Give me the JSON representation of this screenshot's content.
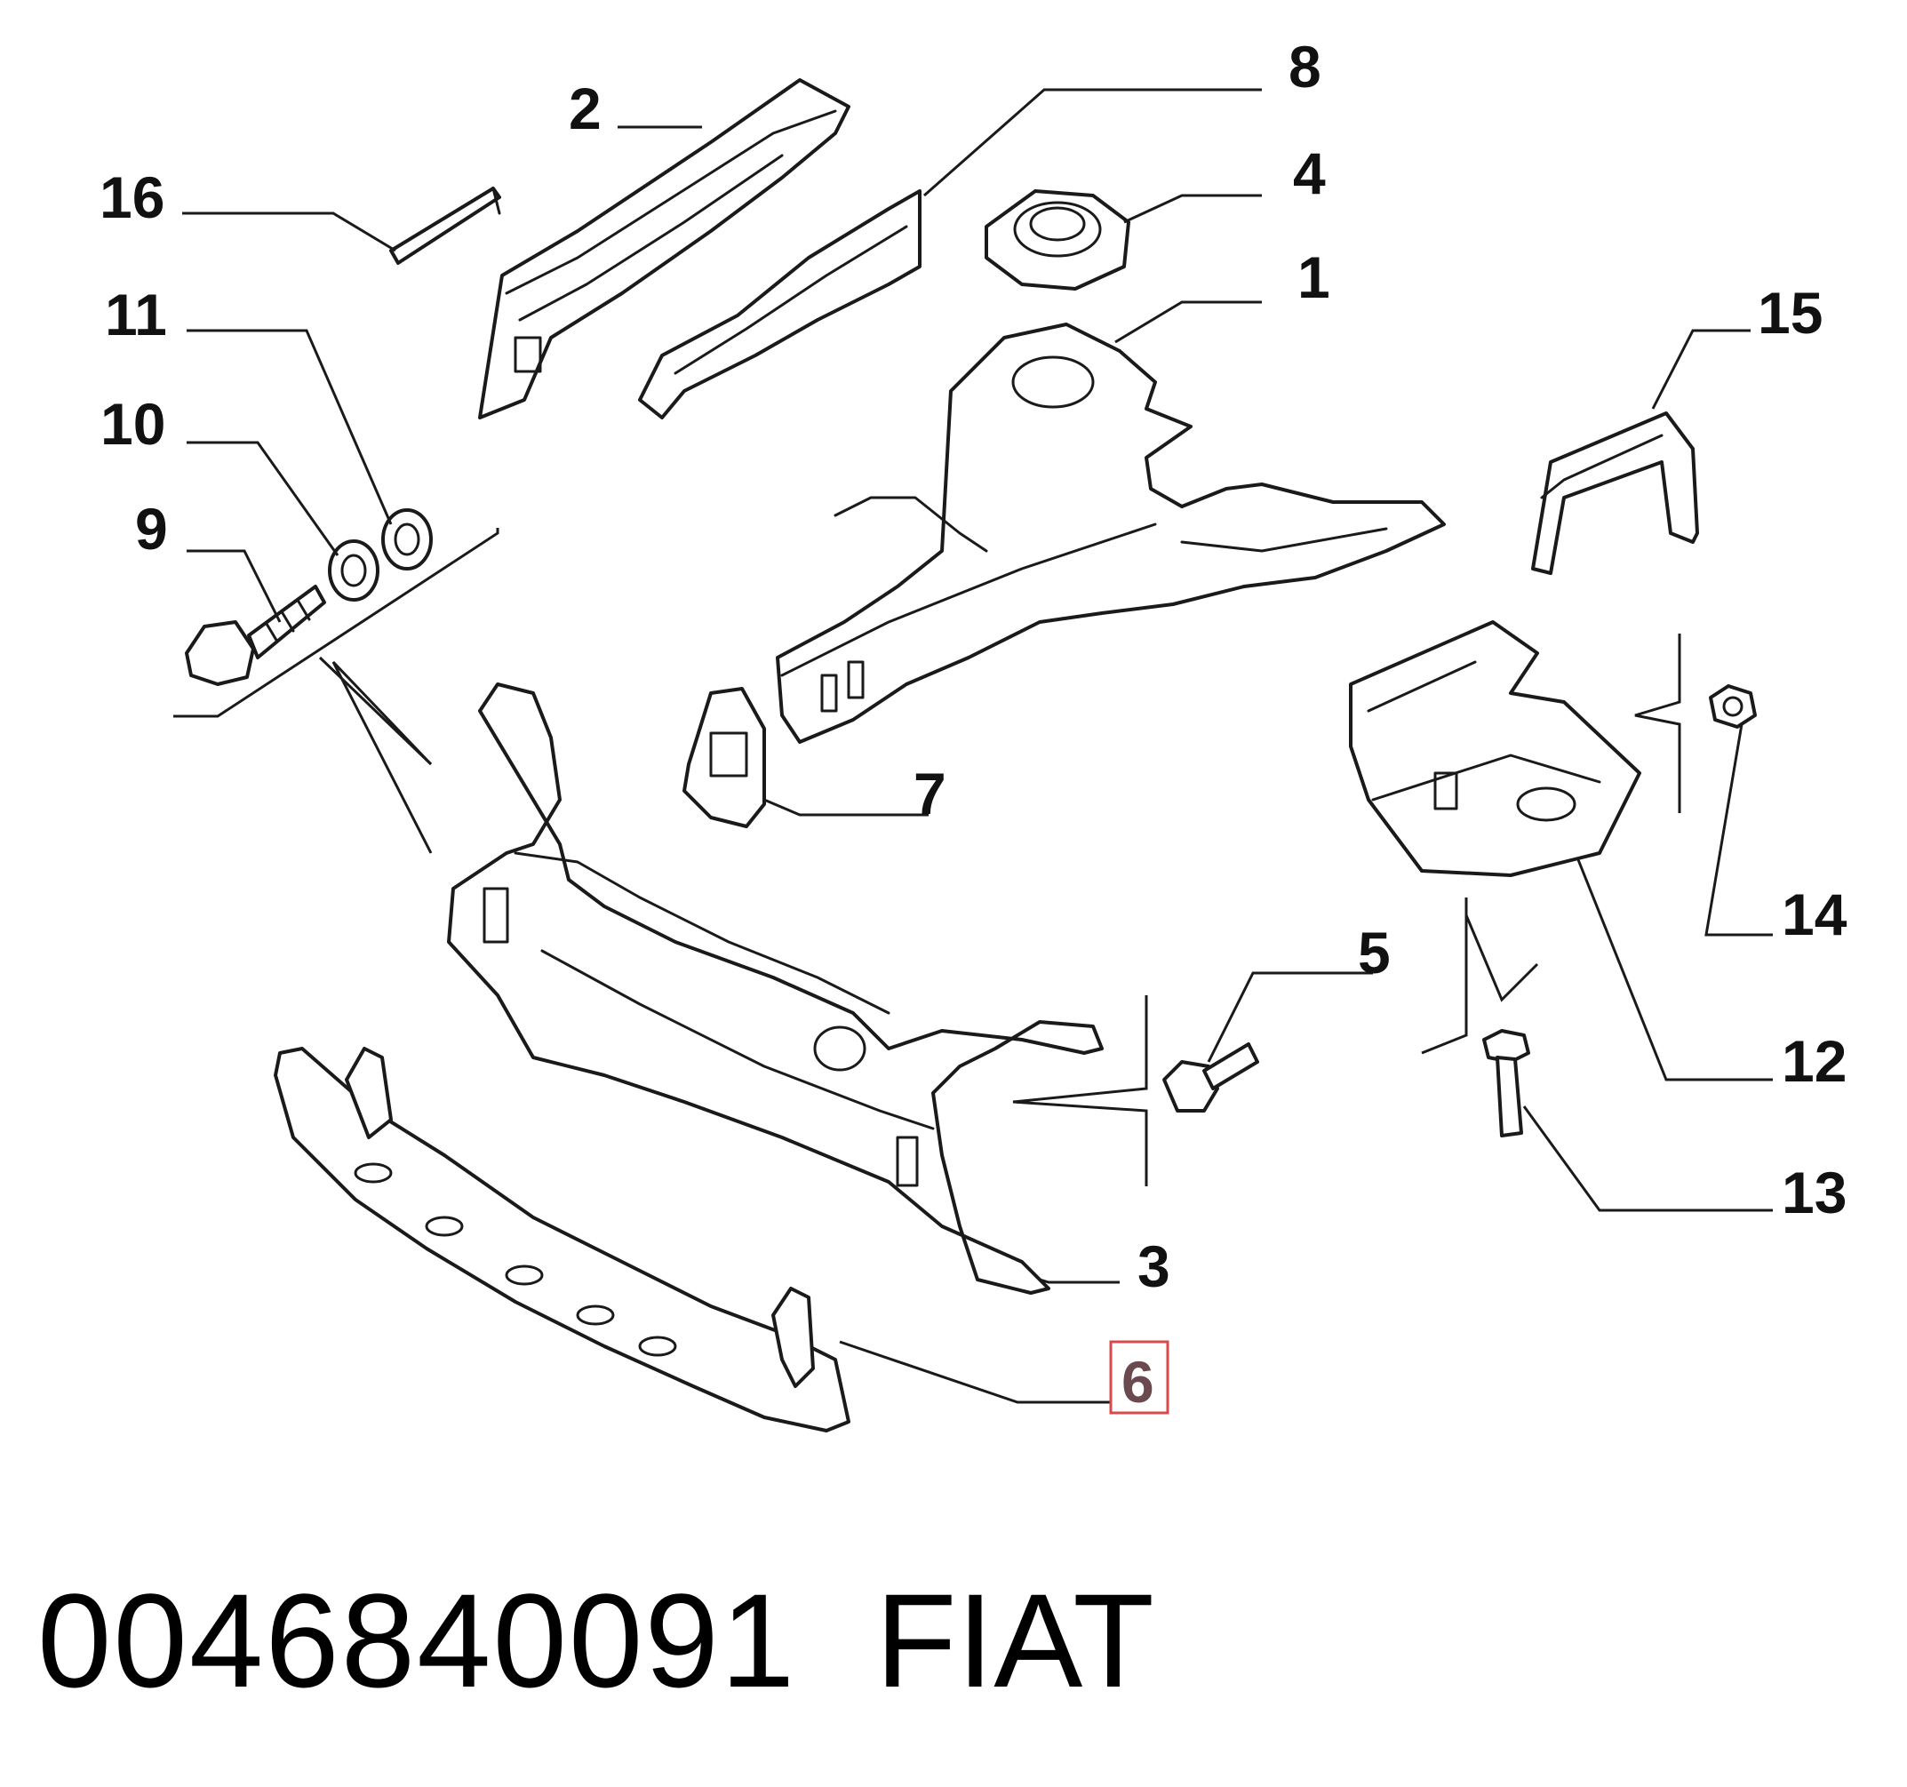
{
  "callouts": {
    "c1": "1",
    "c2": "2",
    "c3": "3",
    "c4": "4",
    "c5": "5",
    "c6": "6",
    "c7": "7",
    "c8": "8",
    "c9": "9",
    "c10": "10",
    "c11": "11",
    "c12": "12",
    "c13": "13",
    "c14": "14",
    "c15": "15",
    "c16": "16"
  },
  "highlighted_callout": "6",
  "colors": {
    "highlight_border": "#d94a4a",
    "highlight_text": "#6b4a4f",
    "line": "#1a1a1a"
  },
  "footer": {
    "part_number": "0046840091",
    "brand": "FIAT"
  }
}
